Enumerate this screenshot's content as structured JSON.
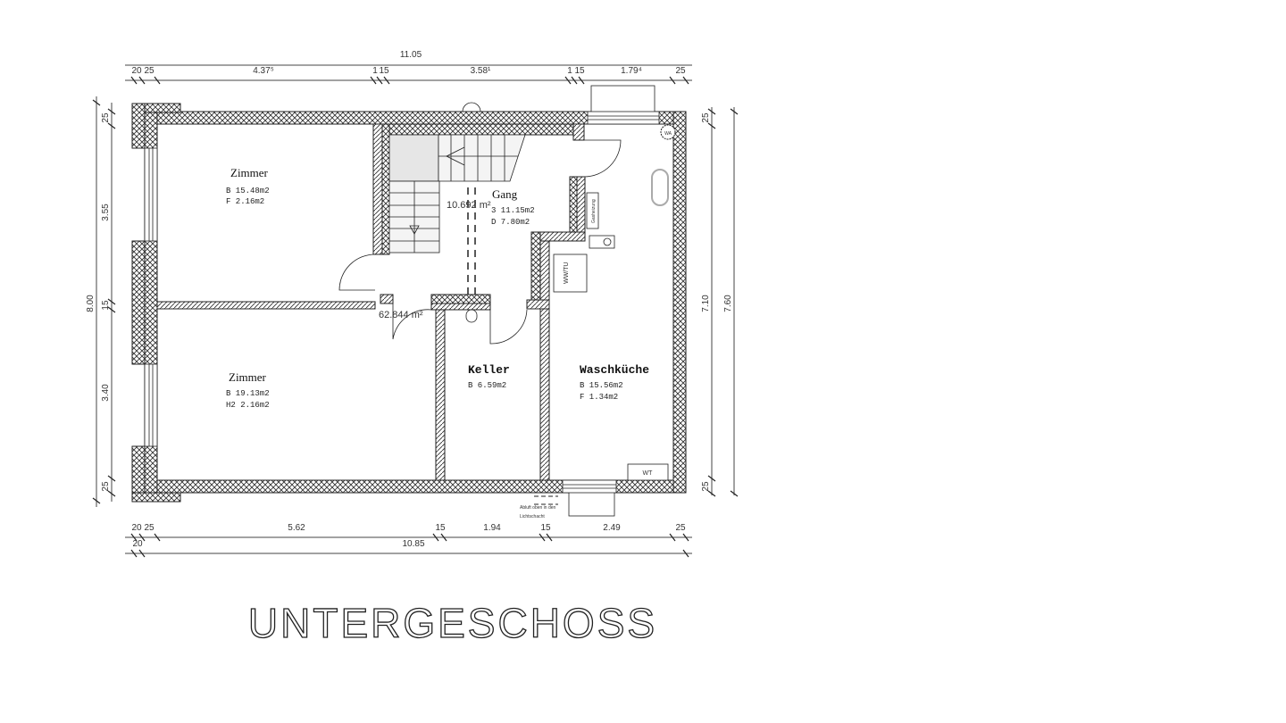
{
  "plan_title": "UNTERGESCHOSS",
  "rooms": [
    {
      "name": "Zimmer",
      "lines": [
        "B  15.48m2",
        "F   2.16m2"
      ]
    },
    {
      "name": "Zimmer",
      "lines": [
        "B  19.13m2",
        "H2  2.16m2"
      ]
    },
    {
      "name": "Gang",
      "lines": [
        "3  11.15m2",
        "D   7.80m2"
      ]
    },
    {
      "name": "Keller",
      "lines": [
        "B   6.59m2"
      ]
    },
    {
      "name": "Waschküche",
      "lines": [
        "B  15.56m2",
        "F   1.34m2"
      ]
    }
  ],
  "area_labels": [
    "10.692 m²",
    "62.844 m²"
  ],
  "fixtures": {
    "wwtu": "WW/TU",
    "wt": "WT",
    "wa": "WA",
    "gas": "Gasheizung",
    "abluft_1": "Abluft oben in den",
    "abluft_2": "Lichtschacht"
  },
  "dimensions": {
    "top_total": "11.05",
    "top": [
      "20",
      "25",
      "4.37⁵",
      "1",
      "15",
      "3.58¹",
      "1",
      "15",
      "1.79⁴",
      "25"
    ],
    "left_total": "8.00",
    "left": [
      "25",
      "3.55",
      "15",
      "3.40",
      "25"
    ],
    "right_total": "7.60",
    "right": [
      "25",
      "7.10",
      "25"
    ],
    "bottom": [
      "20",
      "25",
      "5.62",
      "15",
      "1.94",
      "15",
      "2.49",
      "25"
    ],
    "bottom_total_left": "20",
    "bottom_total": "10.85"
  }
}
